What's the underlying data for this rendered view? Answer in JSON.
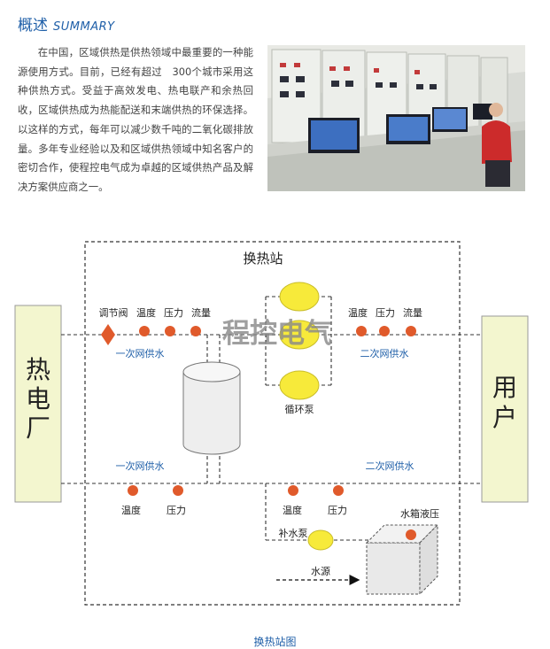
{
  "overview": {
    "title": "概述",
    "title_en": "SUMMARY",
    "paragraph": "在中国，区域供热是供热领域中最重要的一种能源使用方式。目前，已经有超过　300个城市采用这种供热方式。受益于高效发电、热电联产和余热回收，区域供热成为热能配送和末端供热的环保选择。以这样的方式，每年可以减少数千吨的二氧化碳排放量。多年专业经验以及和区域供热领域中知名客户的密切合作，使程控电气成为卓越的区域供热产品及解决方案供应商之一。"
  },
  "diagram": {
    "station_label": "换热站",
    "left_box_label": "热电厂",
    "right_box_label": "用户",
    "watermark": "程控电气",
    "valve_label": "调节阀",
    "temp_label": "温度",
    "pressure_label": "压力",
    "flow_label": "流量",
    "primary_supply_label": "一次网供水",
    "secondary_supply_label": "二次网供水",
    "circulation_pump_label": "循环泵",
    "makeup_pump_label": "补水泵",
    "water_source_label": "水源",
    "tank_pressure_label": "水箱液压",
    "colors": {
      "sensor": "#e05a2b",
      "pump": "#f7ea3a",
      "side_box": "#f3f6cf",
      "label_blue": "#1f5fa8"
    }
  },
  "caption": "换热站图"
}
